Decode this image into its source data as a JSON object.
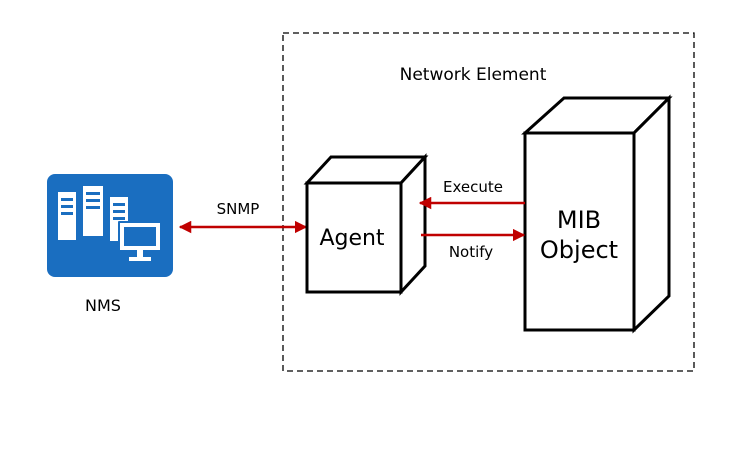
{
  "diagram": {
    "nms": {
      "label": "NMS",
      "icon": "server-and-monitor-icon",
      "tile_color": "#1a6ec0"
    },
    "network_element": {
      "label": "Network Element"
    },
    "agent": {
      "label": "Agent"
    },
    "mib": {
      "line1": "MIB",
      "line2": "Object"
    },
    "arrows": {
      "snmp": "SNMP",
      "execute": "Execute",
      "notify": "Notify"
    },
    "colors": {
      "arrow": "#c00000",
      "outline": "#000000",
      "icon_fg": "#ffffff"
    }
  }
}
